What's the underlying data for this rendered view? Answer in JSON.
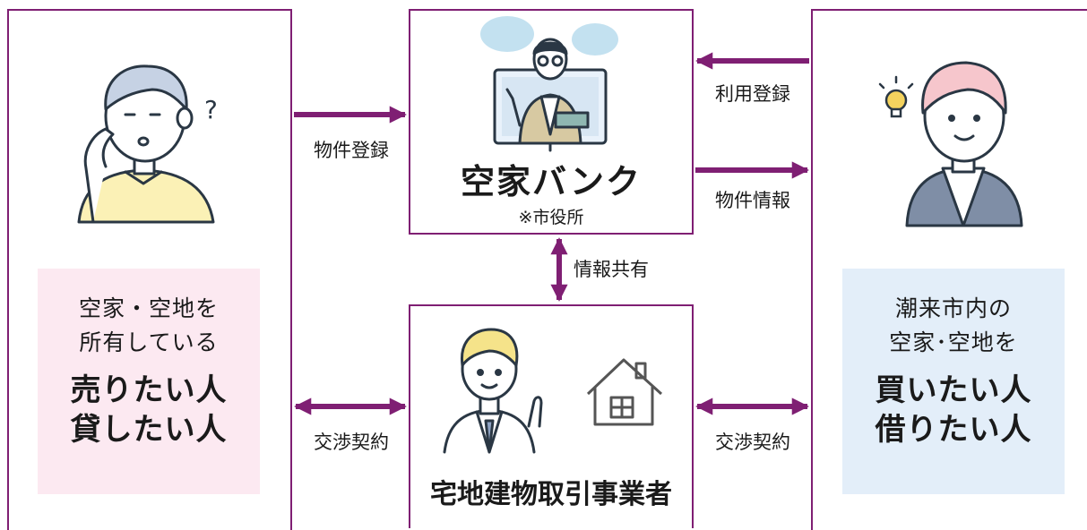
{
  "seller": {
    "line1": "空家・空地を",
    "line2": "所有している",
    "big1": "売りたい人",
    "big2": "貸したい人"
  },
  "buyer": {
    "line1": "潮来市内の",
    "line2": "空家･空地を",
    "big1": "買いたい人",
    "big2": "借りたい人"
  },
  "bank": {
    "title": "空家バンク",
    "note": "※市役所"
  },
  "agent": {
    "title": "宅地建物取引事業者"
  },
  "flows": {
    "property_registration": "物件登録",
    "user_registration": "利用登録",
    "property_info": "物件情報",
    "info_sharing": "情報共有",
    "negotiation_left": "交渉契約",
    "negotiation_right": "交渉契約"
  },
  "colors": {
    "border": "#7f1f73",
    "arrow": "#7f1f73",
    "seller_panel": "#fce9f1",
    "buyer_panel": "#e3eef9"
  },
  "icons": {
    "seller": "thinking-person-icon",
    "buyer": "idea-person-icon",
    "bank": "online-consultant-icon",
    "agent": "real-estate-agent-icon",
    "house": "house-icon"
  }
}
